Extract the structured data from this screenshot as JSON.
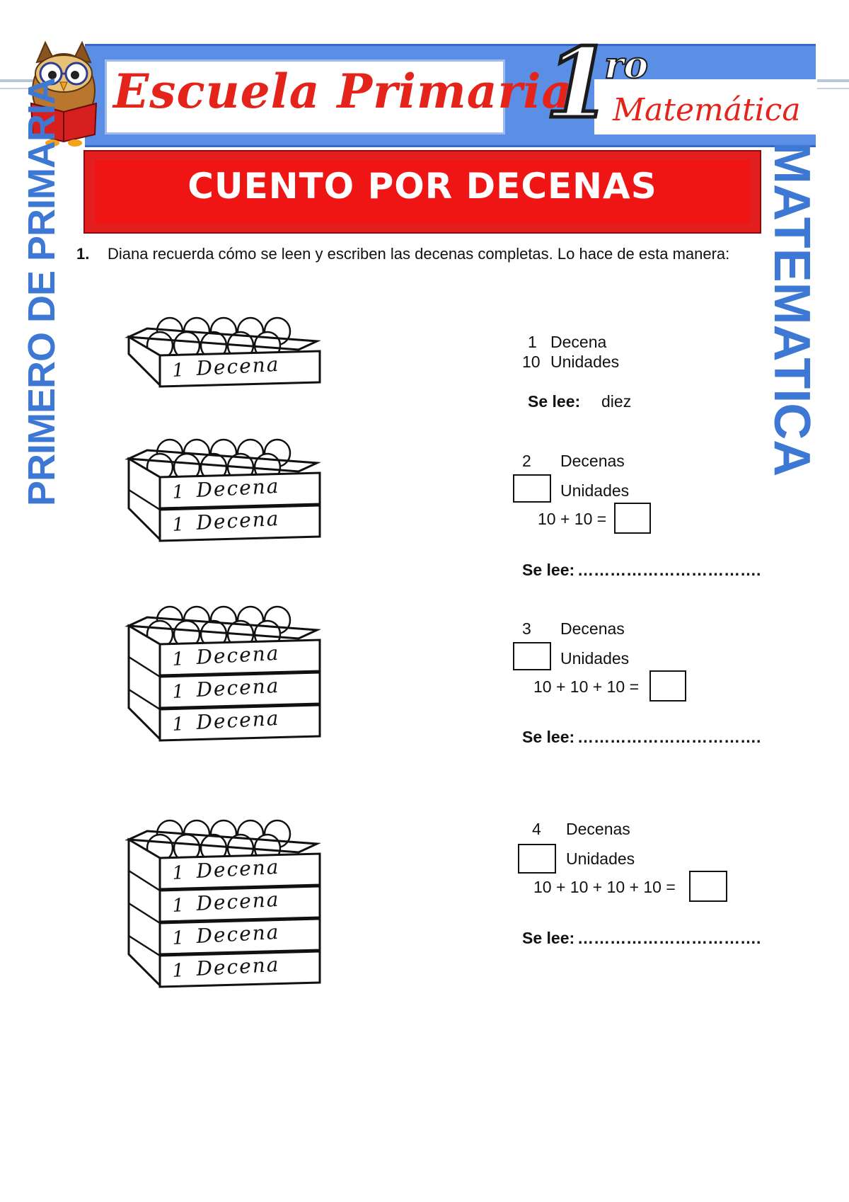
{
  "header": {
    "school_name": "Escuela Primaria",
    "grade_number": "1",
    "grade_suffix": "ro",
    "subject": "Matemática"
  },
  "side_labels": {
    "left": "PRIMERO DE PRIMARIA",
    "right": "MATEMATICA"
  },
  "title": "CUENTO POR DECENAS",
  "instruction": {
    "number": "1.",
    "text": "Diana recuerda cómo se leen y escriben las decenas completas. Lo hace de esta manera:"
  },
  "crate_label": "Decena",
  "crate_label_digit": "1",
  "items": [
    {
      "decenas_num": "1",
      "decenas_label": "Decena",
      "unidades_num": "10",
      "unidades_label": "Unidades",
      "read_label": "Se lee:",
      "read_value": "diez"
    },
    {
      "decenas_num": "2",
      "decenas_label": "Decenas",
      "unidades_label": "Unidades",
      "sum": "10 + 10 =",
      "read_label": "Se lee:",
      "read_value": "……………………………."
    },
    {
      "decenas_num": "3",
      "decenas_label": "Decenas",
      "unidades_label": "Unidades",
      "sum": "10 + 10 + 10 =",
      "read_label": "Se lee:",
      "read_value": "……………………………."
    },
    {
      "decenas_num": "4",
      "decenas_label": "Decenas",
      "unidades_label": "Unidades",
      "sum": "10 + 10 + 10 + 10 =",
      "read_label": "Se lee:",
      "read_value": "……………………………."
    }
  ],
  "colors": {
    "header_blue": "#5b8fe6",
    "school_red": "#e4231b",
    "side_blue": "#3d78d4",
    "banner_red": "#f01515"
  }
}
